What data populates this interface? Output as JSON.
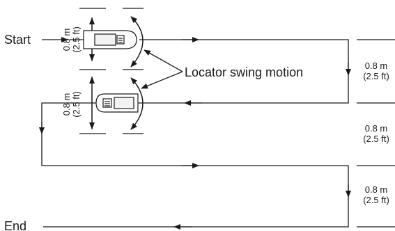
{
  "labels": {
    "start": "Start",
    "end": "End",
    "swing_callout": "Locator swing motion",
    "swing_metric_top": "0.8 m",
    "swing_imperial_top": "(2.5 ft)",
    "swing_metric_bottom": "0.8 m",
    "swing_imperial_bottom": "(2.5 ft)",
    "spacing": [
      {
        "metric": "0.8 m",
        "imperial": "(2.5 ft)"
      },
      {
        "metric": "0.8 m",
        "imperial": "(2.5 ft)"
      },
      {
        "metric": "0.8 m",
        "imperial": "(2.5 ft)"
      }
    ]
  },
  "colors": {
    "line": "#1a1a1a",
    "text": "#1a1a1a",
    "background": "#ffffff"
  },
  "icons": [
    "locator-device-icon",
    "arrow-icon"
  ]
}
